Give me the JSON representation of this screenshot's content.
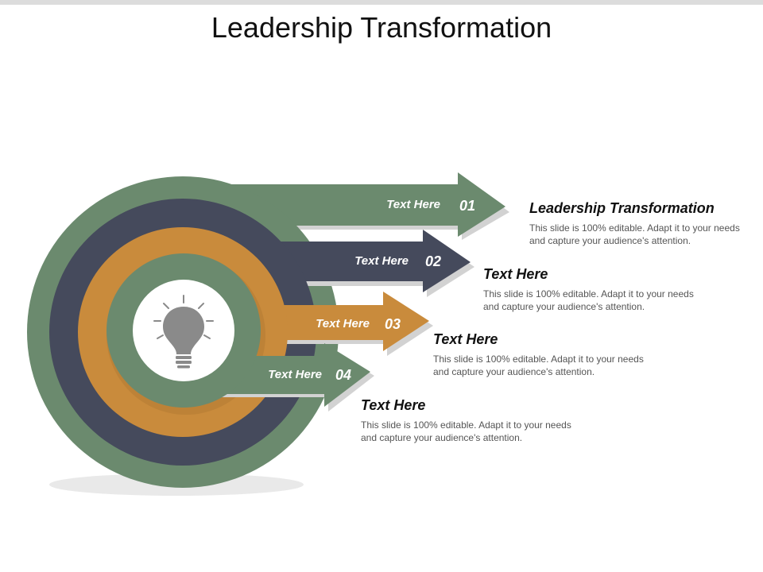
{
  "title": "Leadership Transformation",
  "colors": {
    "green": "#6b8a6e",
    "navy": "#454a5c",
    "orange": "#c98b3c",
    "shadow": "#d4d4d4"
  },
  "icon": "lightbulb-icon",
  "arrows": [
    {
      "label": "Text Here",
      "number": "01",
      "color": "#6b8a6e"
    },
    {
      "label": "Text Here",
      "number": "02",
      "color": "#454a5c"
    },
    {
      "label": "Text Here",
      "number": "03",
      "color": "#c98b3c"
    },
    {
      "label": "Text Here",
      "number": "04",
      "color": "#6b8a6e"
    }
  ],
  "items": [
    {
      "title": "Leadership Transformation",
      "desc": "This slide is 100% editable. Adapt it to your needs and capture your audience's attention."
    },
    {
      "title": "Text Here",
      "desc": "This slide is 100% editable. Adapt it to your needs and capture your audience's attention."
    },
    {
      "title": "Text Here",
      "desc": "This slide is 100% editable. Adapt it to your needs and capture your audience's attention."
    },
    {
      "title": "Text Here",
      "desc": "This slide is 100% editable. Adapt it to your needs and capture your audience's attention."
    }
  ]
}
